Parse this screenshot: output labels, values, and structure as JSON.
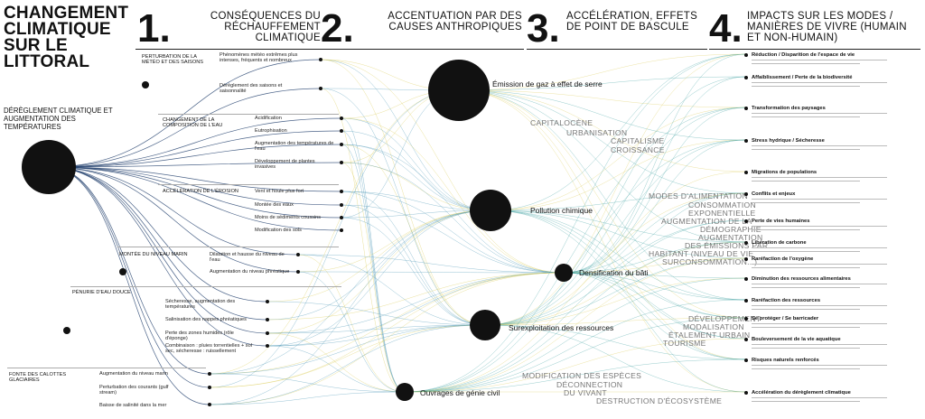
{
  "title": "CHANGEMENT CLIMATIQUE SUR LE LITTORAL",
  "columns": [
    {
      "num": "1.",
      "title": "CONSÉQUENCES DU RÉCHAUFFEMENT CLIMATIQUE"
    },
    {
      "num": "2.",
      "title": "ACCENTUATION PAR DES CAUSES ANTHROPIQUES"
    },
    {
      "num": "3.",
      "title": "ACCÉLÉRATION, EFFETS DE POINT DE BASCULE"
    },
    {
      "num": "4.",
      "title": "IMPACTS SUR LES MODES / MANIÈRES DE VIVRE (HUMAIN ET NON-HUMAIN)"
    }
  ],
  "root": "DÉRÈGLEMENT CLIMATIQUE ET AUGMENTATION DES TEMPÉRATURES",
  "categories": [
    {
      "label": "PERTURBATION DE LA MÉTÉO ET DES SAISONS",
      "items": [
        "Phénomènes météo extrêmes plus intenses, fréquents et nombreux",
        "Dérèglement des saisons et saisonnalité"
      ]
    },
    {
      "label": "CHANGEMENT DE LA COMPOSITION DE L'EAU",
      "items": [
        "Acidification",
        "Eutrophisation",
        "Augmentation des températures de l'eau",
        "Développement de plantes invasives"
      ]
    },
    {
      "label": "ACCÉLÉRATION DE L'ÉROSION",
      "items": [
        "Vent et houle plus fort",
        "Montée des eaux",
        "Moins de sédiments coussins",
        "Modification des sols"
      ]
    },
    {
      "label": "MONTÉE DU NIVEAU MARIN",
      "items": [
        "Dilatation et hausse du niveau de l'eau",
        "Augmentation du niveau phréatique"
      ]
    },
    {
      "label": "PÉNURIE D'EAU DOUCE",
      "items": [
        "Sécheresse, augmentation des températures",
        "Salinisation des nappes phréatiques",
        "Perte des zones humides (rôle d'éponge)",
        "Combinaison : pluies torrentielles + sol sec, sécheresse : ruissellement"
      ]
    },
    {
      "label": "FONTE DES CALOTTES GLACIAIRES",
      "items": [
        "Augmentation du niveau marin",
        "Perturbation des courants (gulf stream)",
        "Baisse de salinité dans la mer"
      ]
    }
  ],
  "causes": [
    {
      "label": "Émission de gaz à effet de serre"
    },
    {
      "label": "Pollution chimique"
    },
    {
      "label": "Densification du bâti"
    },
    {
      "label": "Surexploitation des ressources"
    },
    {
      "label": "Ouvrages de génie civil"
    }
  ],
  "concepts": [
    {
      "text": "CAPITALOCÈNE"
    },
    {
      "text": "URBANISATION"
    },
    {
      "text": "CAPITALISME"
    },
    {
      "text": "CROISSANCE"
    },
    {
      "text": "MODES D'ALIMENTATION"
    },
    {
      "text": "CONSOMMATION"
    },
    {
      "text": "EXPONENTIELLE"
    },
    {
      "text": "AUGMENTATION DE LA"
    },
    {
      "text": "DÉMOGRAPHIE"
    },
    {
      "text": "AUGMENTATION"
    },
    {
      "text": "DES ÉMISSIONS PAR"
    },
    {
      "text": "HABITANT (NIVEAU DE VIE"
    },
    {
      "text": "SURCONSOMMATION...)"
    },
    {
      "text": "DÉVELOPPEMENT"
    },
    {
      "text": "MODALISATION"
    },
    {
      "text": "ÉTALEMENT URBAIN"
    },
    {
      "text": "TOURISME"
    },
    {
      "text": "MODIFICATION DES ESPÈCES"
    },
    {
      "text": "DÉCONNECTION"
    },
    {
      "text": "DU VIVANT"
    },
    {
      "text": "DESTRUCTION D'ÉCOSYSTÈME"
    }
  ],
  "impacts": [
    {
      "title": "Réduction / Disparition de l'espace de vie"
    },
    {
      "title": "Affaiblissement / Perte de la biodiversité"
    },
    {
      "title": "Transformation des paysages"
    },
    {
      "title": "Stress hydrique / Sécheresse"
    },
    {
      "title": "Migrations de populations"
    },
    {
      "title": "Conflits et enjeux"
    },
    {
      "title": "Perte de vies humaines"
    },
    {
      "title": "Libération de carbone"
    },
    {
      "title": "Raréfaction de l'oxygène"
    },
    {
      "title": "Diminution des ressources alimentaires"
    },
    {
      "title": "Raréfaction des ressources"
    },
    {
      "title": "Se protéger / Se barricader"
    },
    {
      "title": "Bouleversement de la vie aquatique"
    },
    {
      "title": "Risques naturels renforcés"
    },
    {
      "title": "Accélération du dérèglement climatique"
    }
  ],
  "colors": {
    "line_blue": "#3f8fb0",
    "line_yellow": "#d9c84a",
    "line_teal": "#2f9a9a",
    "line_dark": "#1f3d6b",
    "ink": "#111111"
  }
}
